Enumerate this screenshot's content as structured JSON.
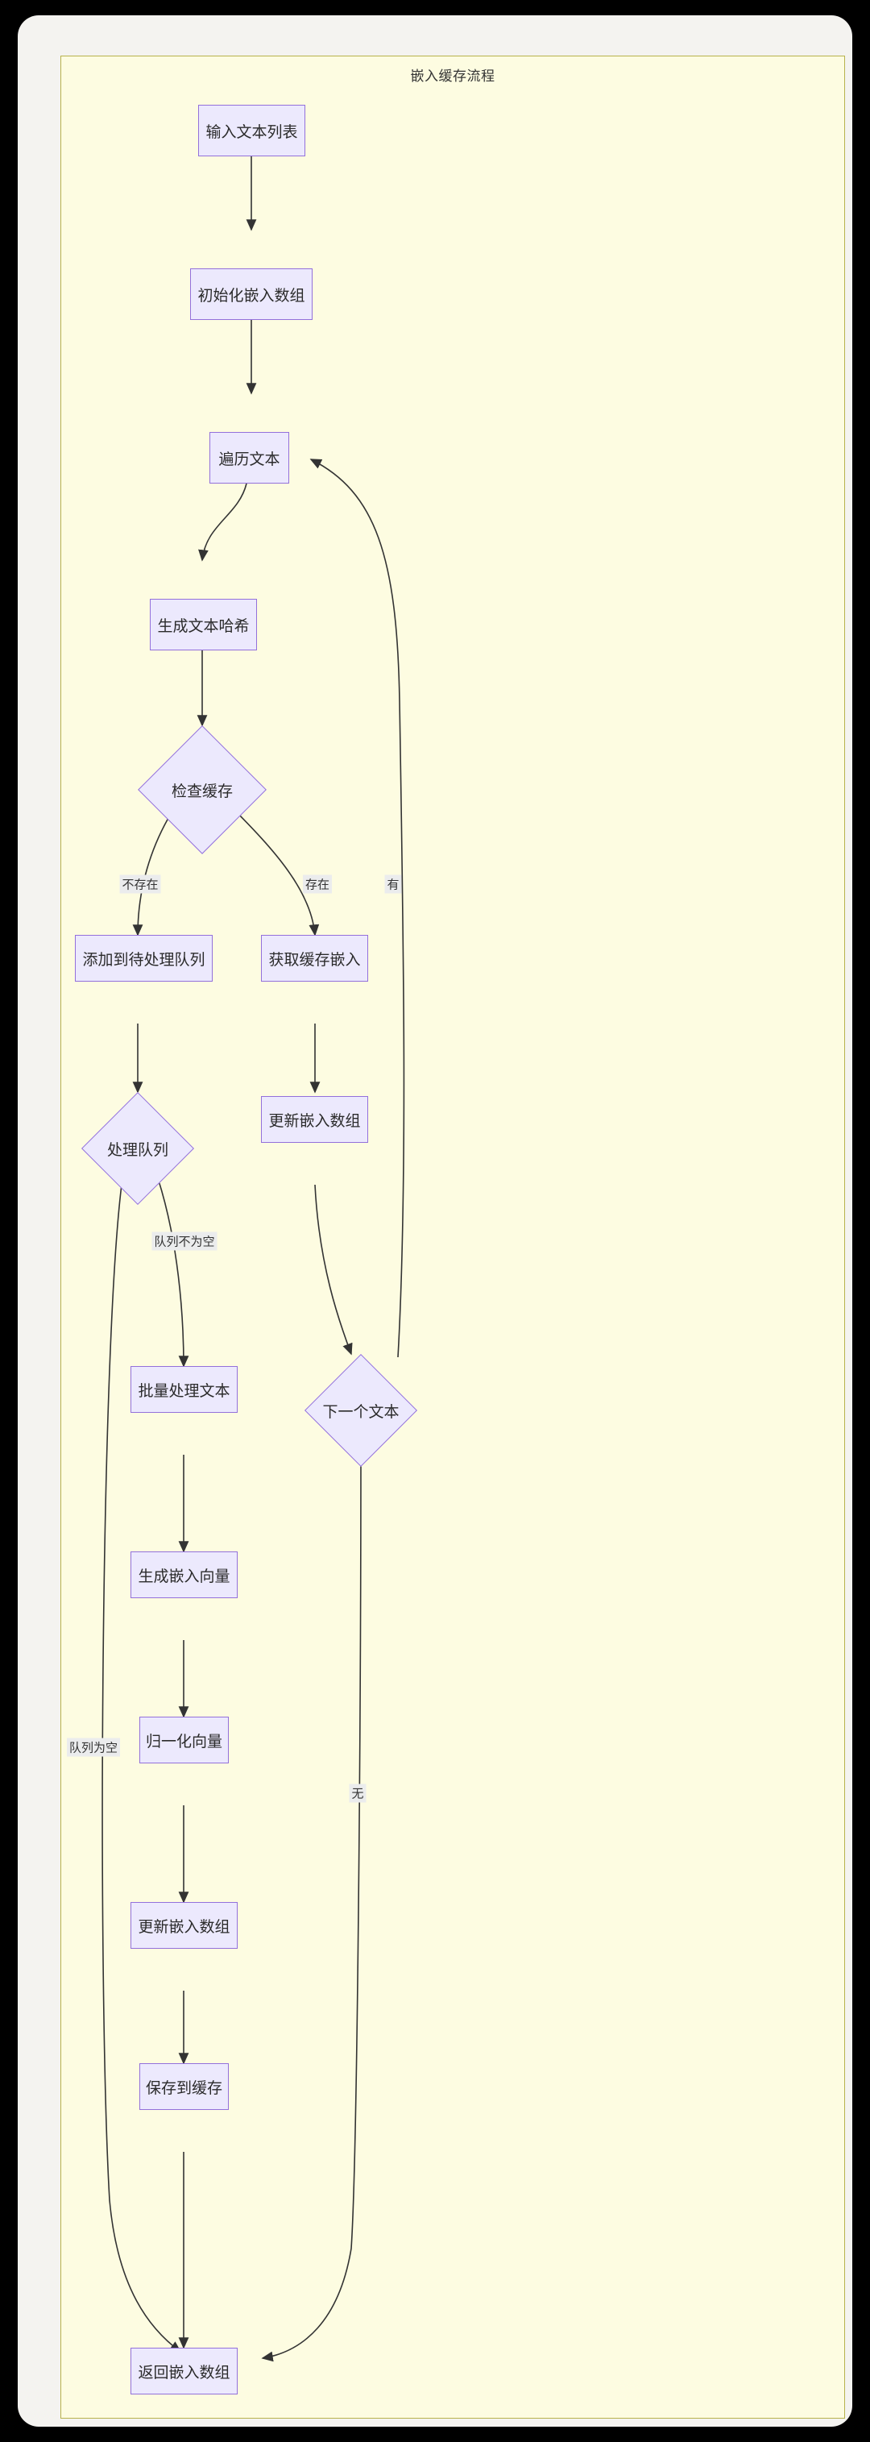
{
  "diagram": {
    "title": "嵌入缓存流程",
    "type": "flowchart",
    "direction": "top-down",
    "colors": {
      "canvas_background": "#fdfce1",
      "canvas_border": "#b7b24c",
      "window_background": "#f4f3f0",
      "node_fill": "#ece9fd",
      "node_border": "#9370db",
      "edge_stroke": "#333333",
      "edge_label_background": "#ebeced",
      "text": "#2b2b2b"
    },
    "nodes": [
      {
        "id": "input",
        "label": "输入文本列表",
        "shape": "rect"
      },
      {
        "id": "init",
        "label": "初始化嵌入数组",
        "shape": "rect"
      },
      {
        "id": "iterate",
        "label": "遍历文本",
        "shape": "rect"
      },
      {
        "id": "hash",
        "label": "生成文本哈希",
        "shape": "rect"
      },
      {
        "id": "checkcache",
        "label": "检查缓存",
        "shape": "diamond"
      },
      {
        "id": "enqueue",
        "label": "添加到待处理队列",
        "shape": "rect"
      },
      {
        "id": "getcache",
        "label": "获取缓存嵌入",
        "shape": "rect"
      },
      {
        "id": "procqueue",
        "label": "处理队列",
        "shape": "diamond"
      },
      {
        "id": "updarr1",
        "label": "更新嵌入数组",
        "shape": "rect"
      },
      {
        "id": "batch",
        "label": "批量处理文本",
        "shape": "rect"
      },
      {
        "id": "nexttext",
        "label": "下一个文本",
        "shape": "diamond"
      },
      {
        "id": "genvec",
        "label": "生成嵌入向量",
        "shape": "rect"
      },
      {
        "id": "normalize",
        "label": "归一化向量",
        "shape": "rect"
      },
      {
        "id": "updarr2",
        "label": "更新嵌入数组",
        "shape": "rect"
      },
      {
        "id": "savecache",
        "label": "保存到缓存",
        "shape": "rect"
      },
      {
        "id": "return",
        "label": "返回嵌入数组",
        "shape": "rect"
      }
    ],
    "edges": [
      {
        "from": "input",
        "to": "init",
        "label": ""
      },
      {
        "from": "init",
        "to": "iterate",
        "label": ""
      },
      {
        "from": "iterate",
        "to": "hash",
        "label": ""
      },
      {
        "from": "hash",
        "to": "checkcache",
        "label": ""
      },
      {
        "from": "checkcache",
        "to": "enqueue",
        "label": "不存在"
      },
      {
        "from": "checkcache",
        "to": "getcache",
        "label": "存在"
      },
      {
        "from": "enqueue",
        "to": "procqueue",
        "label": ""
      },
      {
        "from": "getcache",
        "to": "updarr1",
        "label": ""
      },
      {
        "from": "procqueue",
        "to": "batch",
        "label": "队列不为空"
      },
      {
        "from": "procqueue",
        "to": "return",
        "label": "队列为空"
      },
      {
        "from": "updarr1",
        "to": "nexttext",
        "label": ""
      },
      {
        "from": "batch",
        "to": "genvec",
        "label": ""
      },
      {
        "from": "genvec",
        "to": "normalize",
        "label": ""
      },
      {
        "from": "normalize",
        "to": "updarr2",
        "label": ""
      },
      {
        "from": "updarr2",
        "to": "savecache",
        "label": ""
      },
      {
        "from": "savecache",
        "to": "return",
        "label": ""
      },
      {
        "from": "nexttext",
        "to": "iterate",
        "label": "有"
      },
      {
        "from": "nexttext",
        "to": "return",
        "label": "无"
      }
    ],
    "edge_labels": [
      {
        "id": "lbl-notexist",
        "text": "不存在"
      },
      {
        "id": "lbl-exist",
        "text": "存在"
      },
      {
        "id": "lbl-has",
        "text": "有"
      },
      {
        "id": "lbl-queue-not-empty",
        "text": "队列不为空"
      },
      {
        "id": "lbl-queue-empty",
        "text": "队列为空"
      },
      {
        "id": "lbl-none",
        "text": "无"
      }
    ]
  }
}
